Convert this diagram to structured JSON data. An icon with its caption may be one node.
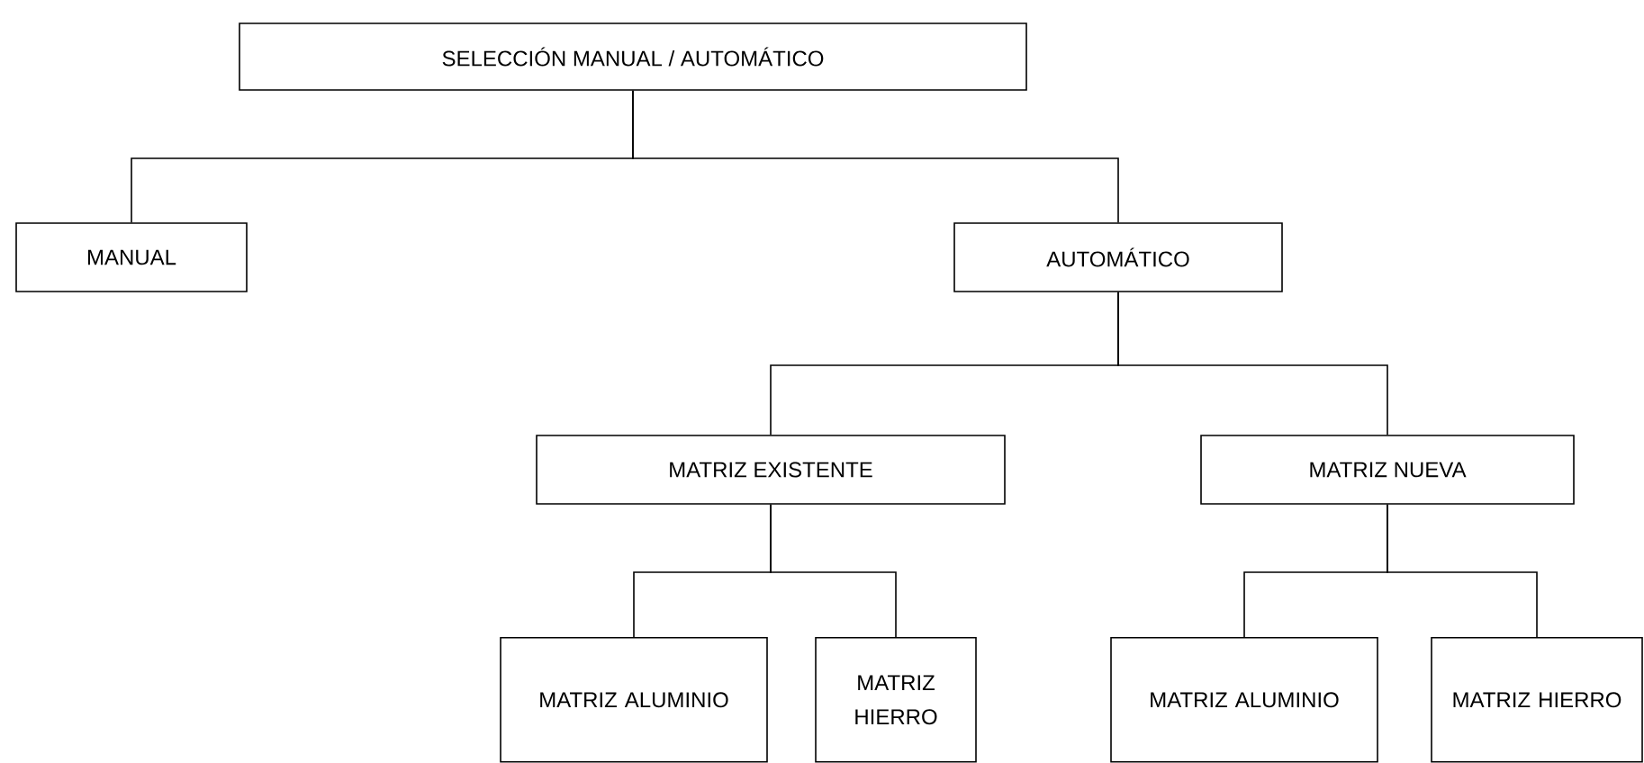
{
  "diagram": {
    "nodes": [
      {
        "text": [
          "SELECCIÓN MANUAL / AUTOMÁTICO"
        ]
      },
      {
        "text": [
          "MANUAL"
        ]
      },
      {
        "text": [
          "AUTOMÁTICO"
        ]
      },
      {
        "text": [
          "MATRIZ EXISTENTE"
        ]
      },
      {
        "text": [
          "MATRIZ NUEVA"
        ]
      },
      {
        "text": [
          "MATRIZ ALUMINIO"
        ]
      },
      {
        "text": [
          "MATRIZ HIERRO"
        ]
      },
      {
        "text": [
          "MATRIZ ALUMINIO"
        ]
      },
      {
        "text": [
          "MATRIZ HIERRO"
        ]
      }
    ],
    "edges": [
      {
        "from": 0,
        "to": 1,
        "arrow": "none"
      },
      {
        "from": 0,
        "to": 2,
        "arrow": "none"
      },
      {
        "from": 2,
        "to": 3,
        "arrow": "none"
      },
      {
        "from": 2,
        "to": 4,
        "arrow": "none"
      },
      {
        "from": 3,
        "to": 5,
        "arrow": "none"
      },
      {
        "from": 3,
        "to": 6,
        "arrow": "none"
      },
      {
        "from": 4,
        "to": 7,
        "arrow": "none"
      },
      {
        "from": 4,
        "to": 8,
        "arrow": "none"
      }
    ]
  }
}
